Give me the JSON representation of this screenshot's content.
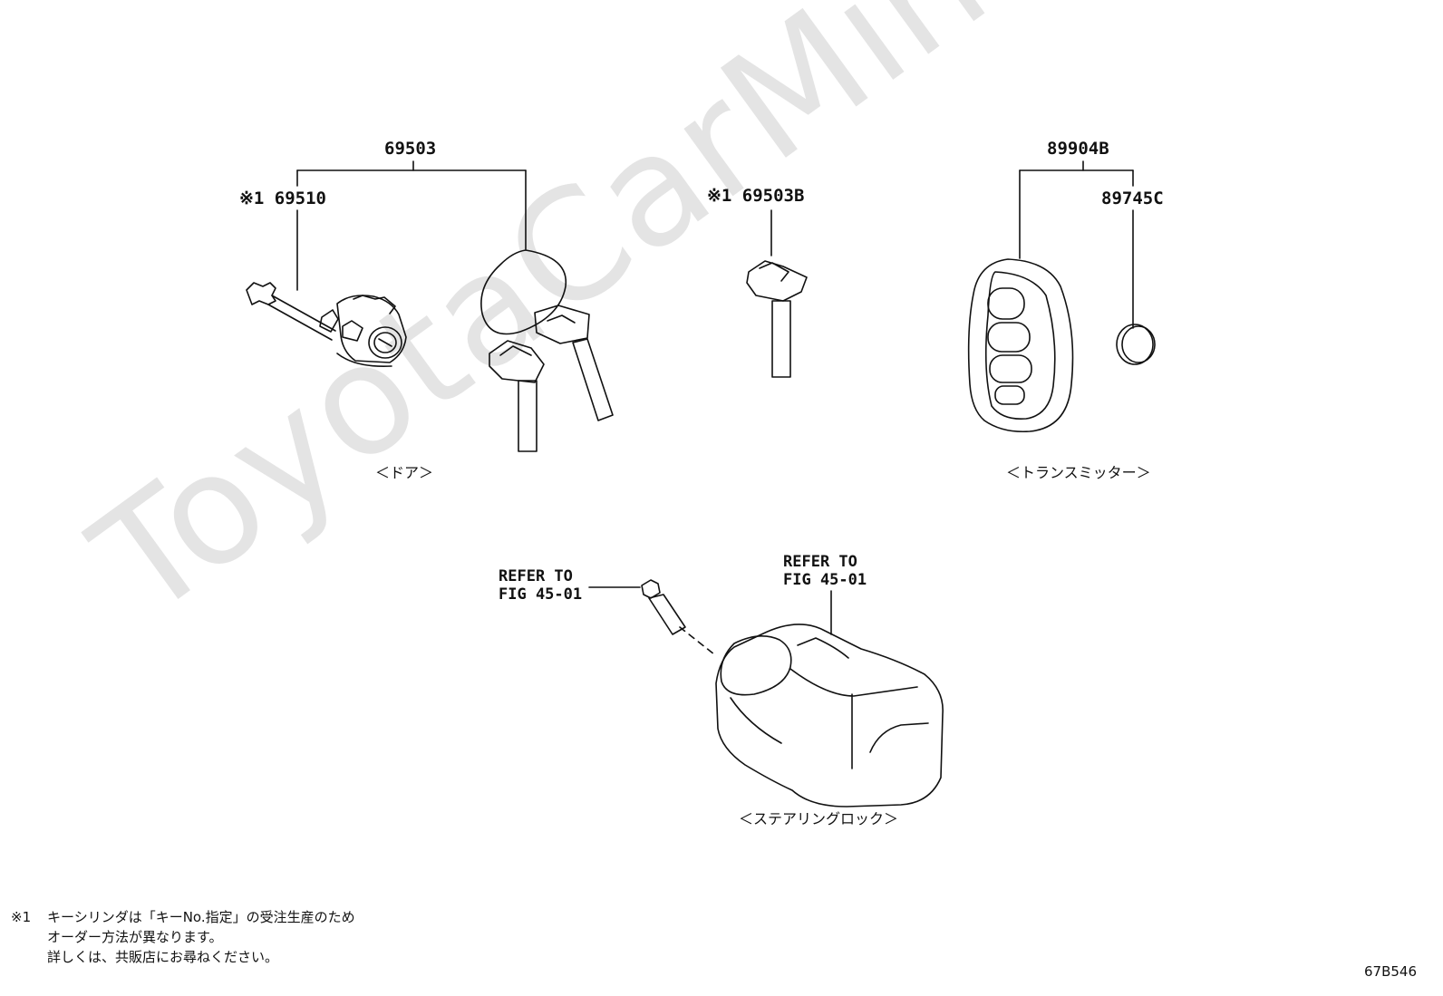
{
  "watermark": "ToyotaCarMine.ru",
  "labels": {
    "p69503": "69503",
    "p69510": "※1 69510",
    "p69503b": "※1 69503B",
    "p89904b": "89904B",
    "p89745c": "89745C",
    "refer_left": "REFER TO\nFIG 45-01",
    "refer_right": "REFER TO\nFIG 45-01"
  },
  "captions": {
    "door": "＜ドア＞",
    "transmitter": "＜トランスミッター＞",
    "steering_lock": "＜ステアリングロック＞"
  },
  "footnote": {
    "mark": "※1",
    "lines": [
      "キーシリンダは「キーNo.指定」の受注生産のため",
      "オーダー方法が異なります。",
      "詳しくは、共販店にお尋ねください。"
    ]
  },
  "figure_code": "67B546"
}
